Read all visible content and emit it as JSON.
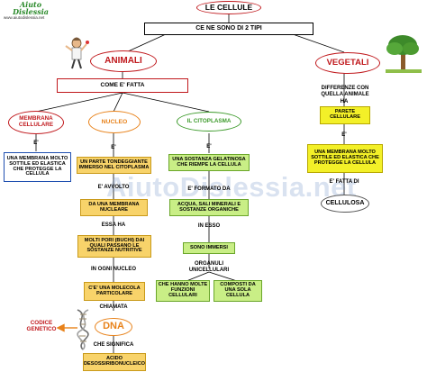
{
  "header": {
    "logo_text": "Aiuto Dislessia",
    "url": "www.aiutodislessia.net",
    "title": "LE CELLULE",
    "subtitle": "CE NE SONO DI 2 TIPI"
  },
  "watermark": "AiutoDislessia.net",
  "animali": {
    "title": "ANIMALI",
    "come_fatta": "COME E' FATTA",
    "membrana": {
      "title": "MEMBRANA CELLULARE",
      "e": "E'",
      "desc": "UNA MEMBRANA MOLTO SOTTILE ED ELASTICA CHE PROTEGGE LA CELLULA"
    },
    "nucleo": {
      "title": "NUCLEO",
      "e": "E'",
      "desc": "UN PARTE TONDEGGIANTE IMMERSO NEL CITOPLASMA",
      "avvolto": "E' AVVOLTO",
      "membrana_nucleare": "DA UNA MEMBRANA NUCLEARE",
      "essa_ha": "ESSA HA",
      "pori": "MOLTI PORI (BUCHI) DAI QUALI PASSANO LE SOSTANZE NUTRITIVE",
      "in_ogni": "IN OGNI NUCLEO",
      "molecola": "C'E' UNA MOLECOLA PARTICOLARE",
      "chiamata": "CHIAMATA",
      "dna": "DNA",
      "codice": "CODICE GENETICO",
      "significa": "CHE SIGNIFICA",
      "acido": "ACIDO DESOSSIRIBONUCLEICO"
    },
    "citoplasma": {
      "title": "IL CITOPLASMA",
      "e": "E'",
      "desc": "UNA SOSTANZA GELATINOSA CHE RIEMPE LA CELLULA",
      "formato": "E' FORMATO DA",
      "acqua": "ACQUA, SALI MINERALI E SOSTANZE ORGANICHE",
      "in_esso": "IN ESSO",
      "immersi": "SONO IMMERSI",
      "organuli": "ORGANULI UNICELLULARI",
      "funzioni": "CHE HANNO MOLTE FUNZIONI CELLULARI",
      "composti": "COMPOSTI DA UNA SOLA CELLULA"
    }
  },
  "vegetali": {
    "title": "VEGETALI",
    "differenze": "DIFFERENZE CON QUELLA ANIMALE",
    "ha": "HA",
    "parete": "PARETE CELLULARE",
    "e": "E'",
    "desc": "UNA MEMBRANA MOLTO SOTTILE ED ELASTICA CHE PROTEGGE LA CELLULA",
    "fatta": "E' FATTA DI",
    "cellulosa": "CELLULOSA"
  },
  "colors": {
    "red": "#c0181c",
    "orange": "#e8821a",
    "green": "#3c9a2a",
    "blue": "#1f4fb0",
    "arrow_orange": "#e8821a"
  },
  "icons": [
    "scientist-icon",
    "tree-icon",
    "dna-helix-icon"
  ]
}
